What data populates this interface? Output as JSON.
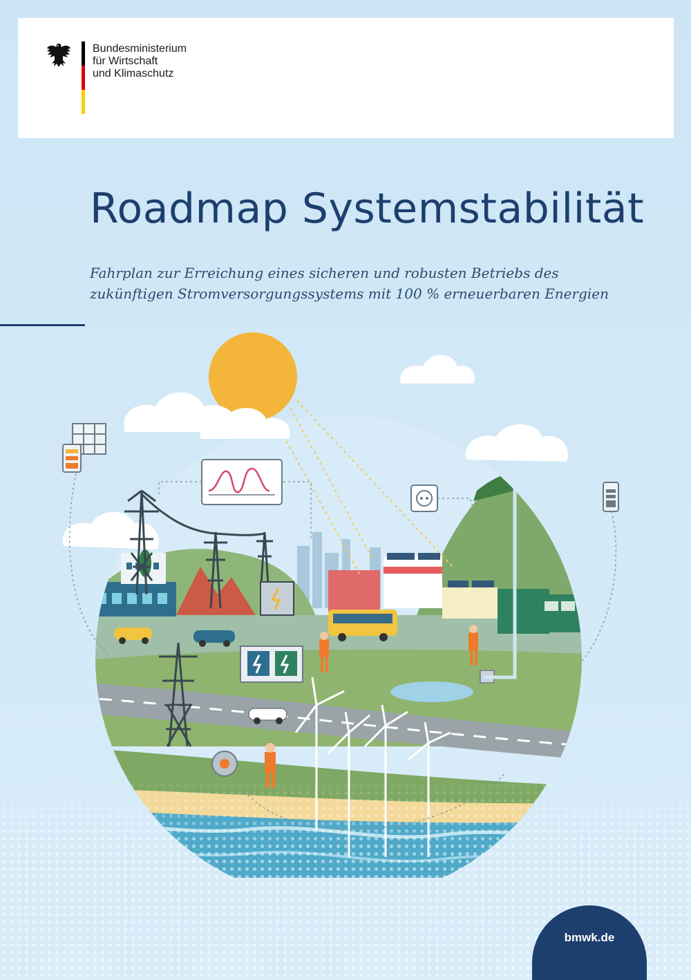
{
  "header": {
    "ministry_lines": [
      "Bundesministerium",
      "für Wirtschaft",
      "und Klimaschutz"
    ]
  },
  "title": "Roadmap Systemstabilität",
  "subtitle_lines": [
    "Fahrplan zur Erreichung eines sicheren und robusten Betriebs des",
    "zukünftigen Stromversorgungssystems mit 100 % erneuerbaren Energien"
  ],
  "footer": {
    "domain": "bmwk.de"
  },
  "colors": {
    "brand_navy": "#1d3f6e",
    "background_blue": "#cfe6f6",
    "sun_yellow": "#f3b53a",
    "hill_green": "#7fa96a"
  },
  "illustration": {
    "description_icons": [
      "sun-icon",
      "cloud-icon",
      "wind-turbine-icon",
      "pylon-icon",
      "battery-icon",
      "solar-panel-icon",
      "socket-icon",
      "graph-monitor-icon",
      "car-icon",
      "bus-icon",
      "worker-icon",
      "charging-station-icon"
    ]
  }
}
